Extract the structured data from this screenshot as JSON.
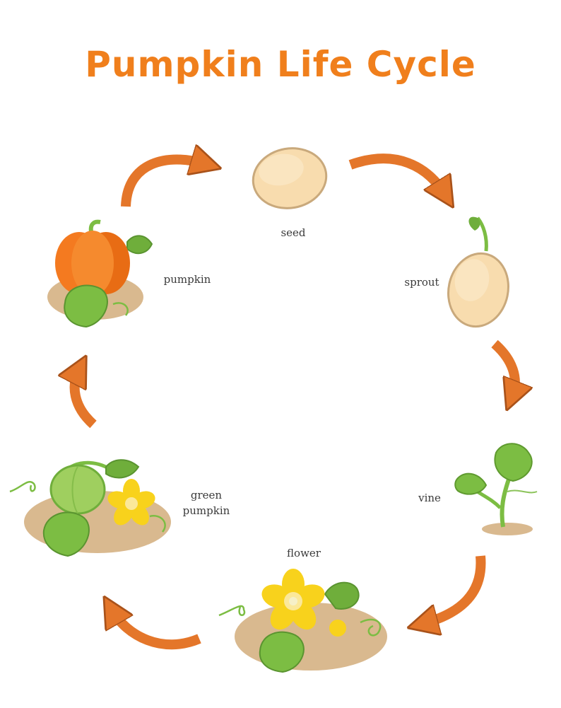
{
  "title": "Pumpkin Life Cycle",
  "stages": {
    "seed": "seed",
    "sprout": "sprout",
    "vine": "vine",
    "flower": "flower",
    "green_pumpkin_line1": "green",
    "green_pumpkin_line2": "pumpkin",
    "pumpkin": "pumpkin"
  },
  "colors": {
    "title": "#f07f1c",
    "arrow": "#e4762a",
    "arrow_outline": "#a9521a",
    "seed": "#f8dcae",
    "leaf": "#7cbd43",
    "soil": "#d9b98f",
    "flower": "#f8d21c",
    "pumpkin": "#f47a20"
  }
}
